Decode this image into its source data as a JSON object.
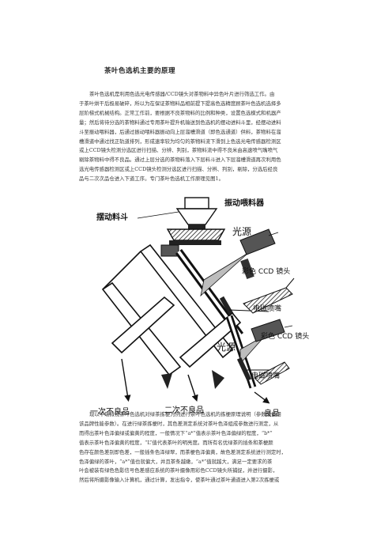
{
  "doc": {
    "title": "茶叶色选机主要的原理",
    "para1_lines": [
      "茶叶色选机是利用色选光电传感器/CCD镜头对茶物料中异色叶片进行筛选工作。由",
      "于茶叶烘干后极易破碎，所以为在保证茶物料品相前提下提高色选精度顾茶叶色选机选择多",
      "层阶梯式机械结构。正常工作前，要根据不良茶物料的比例和种类，设置色选模式和机器产",
      "量；然后将待分选的茶物料通过专用茶叶提升机输送到色选机的摆动进料斗里，经摆动进料",
      "斗至振动喂料器，后通过振动喂料器振动向上层溜槽滑道（即色选通道）供料，茶物料在溜",
      "槽滑道中通过找正轨道排列，形成速率较为均匀的茶物料流下滑到上色选光电传感器检测区",
      "或上CCD镜头检测分选区进行扫描、分辨、判别，茶物料流中得不良米由高速喷气嘴喷气",
      "剔除茶物料中得不良品。通过上层分选的茶物料落入下层料斗进入下层溜槽滑道再次利用色",
      "选光电传感器检测区或上CCD镜头检测分选区进行扫描、分辨、判别，剔除，分选后经良",
      "品与二次次品仓进入下道工序。专门茶叶色选机工作原理见图1。"
    ],
    "para2_lines": [
      "现以中瑞微视茶叶色选机对绿茶拣梗为例进行茶叶色选机的拣梗原理说明（参数值借用",
      "该品牌性能参数）。在进行绿茶拣梗时，其色差测定系统对茶叶色泽组成参数进行测定，从",
      "而得出茶叶色泽偏绿或偏黄的程度，一般情况下“a*”值表示茶叶色泽偏绿的程度，“b*”",
      "值表示茶叶色泽偏黄的程度，“L”值代表茶叶的明亮度。而所有名优绿茶的插条和茶梗颜",
      "色存在颜色差别即色差，一般插条色泽绿翠，而茶梗色泽偏黄，故色差测定系统进行测定时，",
      "色泽偏绿的茶叶，“a*”值也就偏大，并且茶条越嫩，“a*”值就越大，满足一定要求的茶",
      "叶会被装有绿色色影信号色差感应系统的茶叶摄像用彩色CCD镜头所捕捉，并进行摄影，",
      "然后将所摄影像输入计算机，通过计算，发出指令，使茶叶通过茶叶通道进入第2次拣梗或"
    ]
  },
  "figure": {
    "label_hopper": "摆动料斗",
    "label_feeder": "振动喂料器",
    "label_light_top": "光源",
    "label_ccd_top": "彩色 CCD 镜头",
    "label_nozzle_top": "电磁喷嘴",
    "label_light_bottom": "光源",
    "label_ccd_bottom": "彩色 CCD 镜头",
    "label_nozzle_bottom": "电磁喷嘴",
    "label_reject1": "一次不良品",
    "label_reject2": "二次不良品",
    "label_good": "良品"
  }
}
